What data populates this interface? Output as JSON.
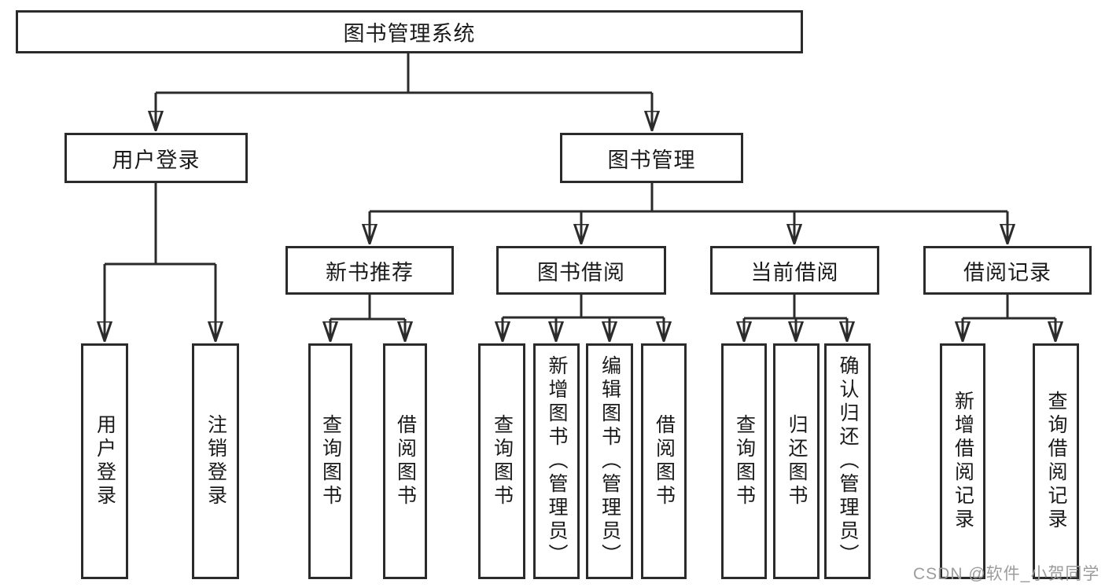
{
  "diagram": {
    "root": {
      "label": "图书管理系统"
    },
    "branches": [
      {
        "label": "用户登录",
        "children": [
          {
            "label": "用户登录"
          },
          {
            "label": "注销登录"
          }
        ]
      },
      {
        "label": "图书管理",
        "children": [
          {
            "label": "新书推荐",
            "children": [
              {
                "label": "查询图书"
              },
              {
                "label": "借阅图书"
              }
            ]
          },
          {
            "label": "图书借阅",
            "children": [
              {
                "label": "查询图书"
              },
              {
                "label": "新增图书（管理员）"
              },
              {
                "label": "编辑图书（管理员）"
              },
              {
                "label": "借阅图书"
              }
            ]
          },
          {
            "label": "当前借阅",
            "children": [
              {
                "label": "查询图书"
              },
              {
                "label": "归还图书"
              },
              {
                "label": "确认归还（管理员）"
              }
            ]
          },
          {
            "label": "借阅记录",
            "children": [
              {
                "label": "新增借阅记录"
              },
              {
                "label": "查询借阅记录"
              }
            ]
          }
        ]
      }
    ]
  },
  "watermark": {
    "text": "CSDN @软件_小贺同学"
  },
  "colors": {
    "line": "#2b2b2b",
    "box_border": "#2b2b2b",
    "box_fill": "#ffffff",
    "text": "#1a1a1a",
    "watermark": "#9c9c9c",
    "background": "#ffffff"
  }
}
